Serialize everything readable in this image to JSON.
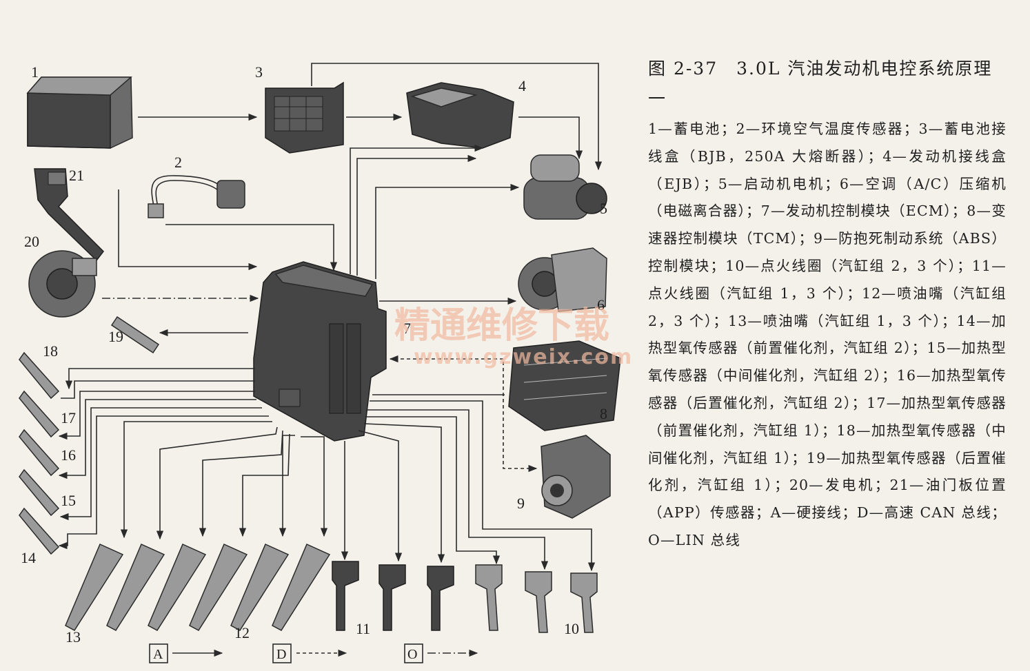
{
  "caption": {
    "title": "图 2-37　3.0L 汽油发动机电控系统原理一",
    "body": "1—蓄电池；2—环境空气温度传感器；3—蓄电池接线盒（BJB，250A 大熔断器）；4—发动机接线盒（EJB）；5—启动机电机；6—空调（A/C）压缩机（电磁离合器）；7—发动机控制模块（ECM）；8—变速器控制模块（TCM）；9—防抱死制动系统（ABS）控制模块；10—点火线圈（汽缸组 2，3 个）；11—点火线圈（汽缸组 1，3 个）；12—喷油嘴（汽缸组 2，3 个）；13—喷油嘴（汽缸组 1，3 个）；14—加热型氧传感器（前置催化剂，汽缸组 2）；15—加热型氧传感器（中间催化剂，汽缸组 2）；16—加热型氧传感器（后置催化剂，汽缸组 2）；17—加热型氧传感器（前置催化剂，汽缸组 1）；18—加热型氧传感器（中间催化剂，汽缸组 1）；19—加热型氧传感器（后置催化剂，汽缸组 1）；20—发电机；21—油门板位置（APP）传感器；A—硬接线；D—高速 CAN 总线；O—LIN 总线"
  },
  "labels": {
    "n1": "1",
    "n2": "2",
    "n3": "3",
    "n4": "4",
    "n5": "5",
    "n6": "6",
    "n7": "7",
    "n8": "8",
    "n9": "9",
    "n10": "10",
    "n11": "11",
    "n12": "12",
    "n13": "13",
    "n14": "14",
    "n15": "15",
    "n16": "16",
    "n17": "17",
    "n18": "18",
    "n19": "19",
    "n20": "20",
    "n21": "21"
  },
  "legend": {
    "a": "A",
    "d": "D",
    "o": "O"
  },
  "watermark": {
    "line1": "精通维修下载",
    "line2": "www.gzweix.com"
  }
}
